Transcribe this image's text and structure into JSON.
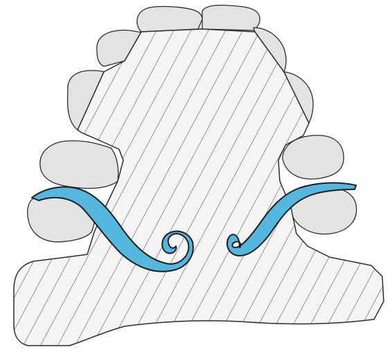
{
  "diagram": {
    "colors": {
      "outline": "#2b2b2b",
      "tooth_fill": "#e3e3e3",
      "plate_fill": "#f4f4f4",
      "hatch": "#3a3a3a",
      "clasp_fill": "#55b6e0",
      "clasp_outline": "#1f1f1f",
      "background": "#ffffff"
    },
    "icons": [
      "tooth-shape",
      "acrylic-plate-hatched",
      "retention-clasp"
    ]
  }
}
